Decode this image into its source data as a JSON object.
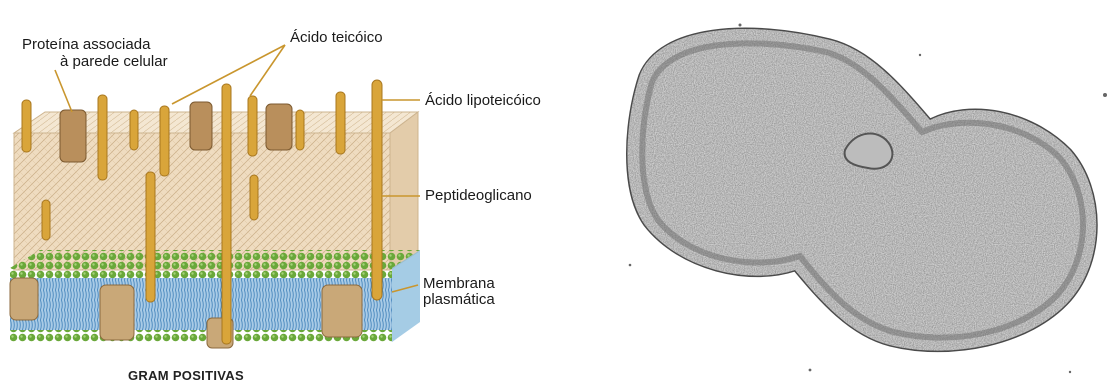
{
  "diagram": {
    "labels": {
      "protein_line1": "Proteína associada",
      "protein_line2": "à parede celular",
      "teichoic": "Ácido teicóico",
      "lipoteichoic": "Ácido lipoteicóico",
      "peptidoglycan": "Peptideoglicano",
      "membrane_line1": "Membrana",
      "membrane_line2": "plasmática"
    },
    "caption": "GRAM POSITIVAS",
    "colors": {
      "peptidoglycan": "#efdcc0",
      "teichoic": "#d9a53a",
      "protein": "#b98f5c",
      "lipid_head": "#6aa83a",
      "lipid_tail": "#7fb2d8",
      "label_line": "#c9962e"
    }
  },
  "micrograph": {
    "description_icon": "dividing-bacterium-tem"
  }
}
